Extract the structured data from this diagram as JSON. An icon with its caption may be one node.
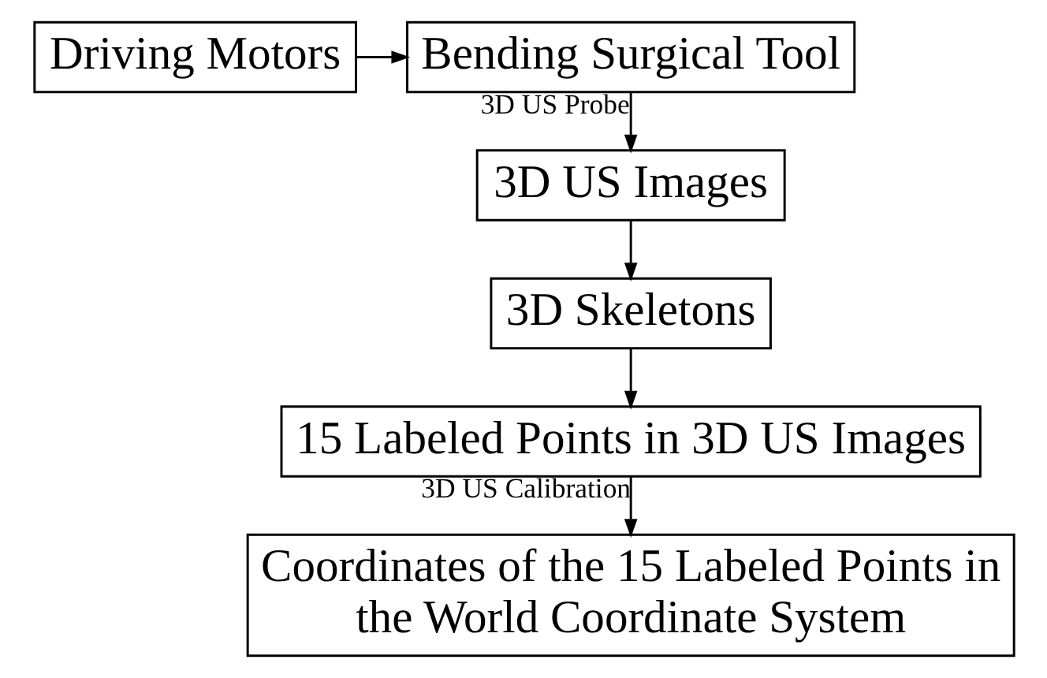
{
  "diagram": {
    "nodes": [
      {
        "text": [
          "Driving Motors"
        ]
      },
      {
        "text": [
          "Bending Surgical Tool"
        ]
      },
      {
        "text": [
          "3D US Images"
        ]
      },
      {
        "text": [
          "3D Skeletons"
        ]
      },
      {
        "text": [
          "15 Labeled Points in 3D US Images"
        ]
      },
      {
        "text": [
          "Coordinates of the 15 Labeled Points in the World Coordinate System"
        ]
      }
    ],
    "edges": [
      {
        "from": 0,
        "to": 1,
        "arrow": "to"
      },
      {
        "from": 1,
        "to": 2,
        "arrow": "to",
        "label": "3D US Probe"
      },
      {
        "from": 2,
        "to": 3,
        "arrow": "to"
      },
      {
        "from": 3,
        "to": 4,
        "arrow": "to"
      },
      {
        "from": 4,
        "to": 5,
        "arrow": "to",
        "label": "3D US Calibration"
      }
    ]
  }
}
